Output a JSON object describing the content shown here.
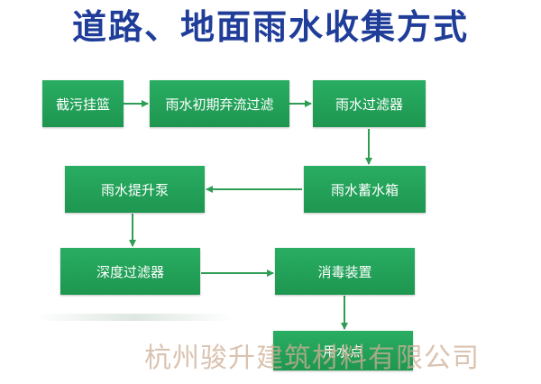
{
  "title": "道路、地面雨水收集方式",
  "nodes": {
    "n1": "截污挂篮",
    "n2": "雨水初期弃流过滤",
    "n3": "雨水过滤器",
    "n4": "雨水蓄水箱",
    "n5": "雨水提升泵",
    "n6": "深度过滤器",
    "n7": "消毒装置",
    "n8": "用水点"
  },
  "edges": [
    [
      "n1",
      "n2"
    ],
    [
      "n2",
      "n3"
    ],
    [
      "n3",
      "n4"
    ],
    [
      "n4",
      "n5"
    ],
    [
      "n5",
      "n6"
    ],
    [
      "n6",
      "n7"
    ],
    [
      "n7",
      "n8"
    ]
  ],
  "colors": {
    "title": "#1f3d99",
    "box": "#23a35a",
    "arrow": "#2e9e55"
  },
  "watermark": "杭州骏升建筑材料有限公司"
}
